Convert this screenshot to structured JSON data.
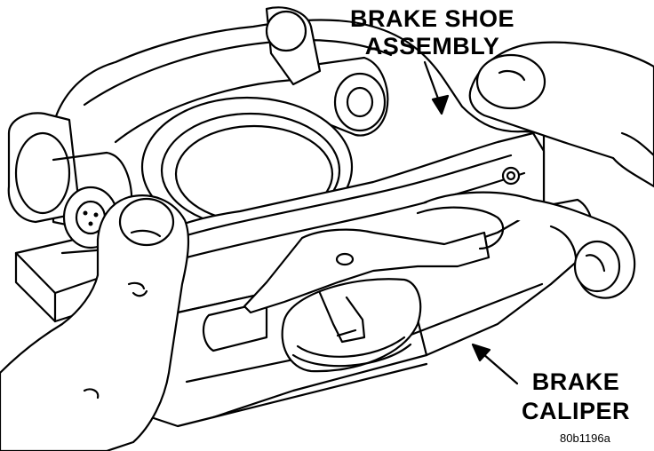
{
  "labels": {
    "brake_shoe_line1": "BRAKE SHOE",
    "brake_shoe_line2": "ASSEMBLY",
    "brake_caliper_line1": "BRAKE",
    "brake_caliper_line2": "CALIPER"
  },
  "figure_code": "80b1196a",
  "colors": {
    "ink": "#000000",
    "paper": "#ffffff"
  }
}
